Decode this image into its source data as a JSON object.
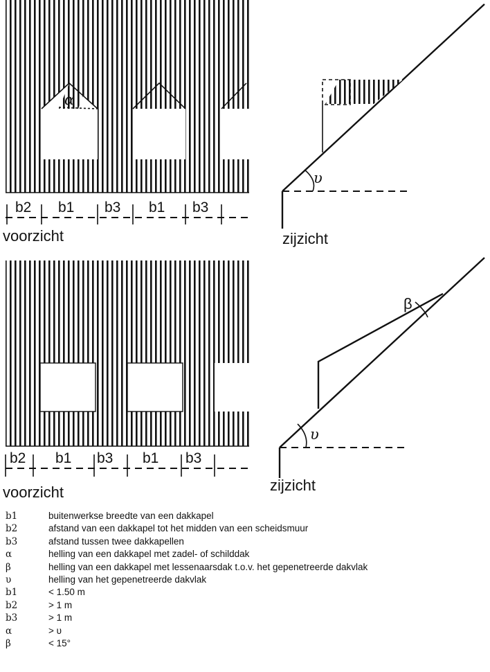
{
  "views": {
    "front_label": "voorzicht",
    "side_label": "zijzicht"
  },
  "dimensions": {
    "b1": "b1",
    "b2": "b2",
    "b3": "b3"
  },
  "angles": {
    "alpha": "α",
    "beta": "β",
    "upsilon": "υ"
  },
  "legend": [
    {
      "symbol": "b1",
      "text": "buitenwerkse breedte van een dakkapel"
    },
    {
      "symbol": "b2",
      "text": "afstand van een dakkapel tot het midden van een scheidsmuur"
    },
    {
      "symbol": "b3",
      "text": "afstand tussen twee dakkapellen"
    },
    {
      "symbol": "α",
      "text": "helling van een dakkapel met zadel- of schilddak"
    },
    {
      "symbol": "β",
      "text": "helling van een dakkapel met lessenaarsdak t.o.v. het gepenetreerde dakvlak"
    },
    {
      "symbol": "υ",
      "text": "helling van het gepenetreerde dakvlak"
    },
    {
      "symbol": "b1",
      "text": "< 1.50 m"
    },
    {
      "symbol": "b2",
      "text": "> 1 m"
    },
    {
      "symbol": "b3",
      "text": "> 1 m"
    },
    {
      "symbol": "α",
      "text": "> υ"
    },
    {
      "symbol": "β",
      "text": "< 15°"
    }
  ]
}
